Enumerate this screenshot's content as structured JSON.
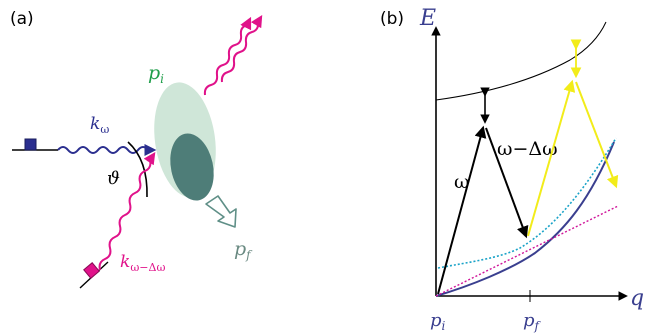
{
  "panel_a": {
    "label": "(a)",
    "incoming_photon": {
      "symbol": "k",
      "subscript": "ω"
    },
    "scattered_photon": {
      "symbol": "k",
      "subscript": "ω−Δω"
    },
    "angle": "ϑ",
    "initial_momentum": {
      "symbol": "p",
      "subscript": "i"
    },
    "final_momentum": {
      "symbol": "p",
      "subscript": "f"
    },
    "colors": {
      "incoming": "#2b2f8f",
      "scattered": "#e0128a",
      "initial_text": "#1f9e4a",
      "final_text": "#6a8a82",
      "outer_ellipse": "#cfe6d8",
      "inner_ellipse": "#4e7d78",
      "arrow_outline": "#5f8f87"
    }
  },
  "panel_b": {
    "label": "(b)",
    "y_axis": "E",
    "x_axis": "q",
    "x_tick_left": {
      "symbol": "p",
      "subscript": "i"
    },
    "x_tick_right": {
      "symbol": "p",
      "subscript": "f"
    },
    "omega": "ω",
    "omega_minus": "ω−Δω",
    "colors": {
      "axis": "#000000",
      "upper_band": "#000000",
      "lower_band": "#3a3f8f",
      "dotted_cyan": "#1aa3c8",
      "dotted_magenta": "#d0159a",
      "black_arrows": "#000000",
      "yellow_arrows": "#f2ec1a"
    }
  }
}
